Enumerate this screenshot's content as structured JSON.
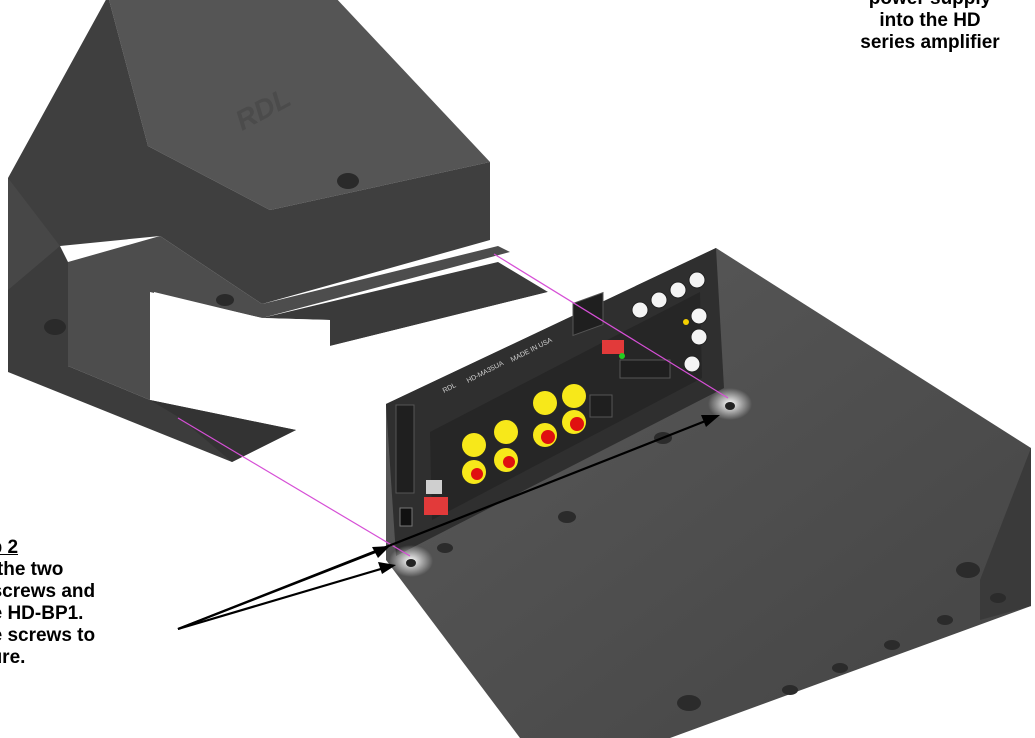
{
  "callout_right": {
    "lines": [
      "power supply",
      "into the HD",
      "series amplifier"
    ]
  },
  "callout_left": {
    "heading": "ep 2",
    "lines": [
      "n the two",
      "t screws and",
      "he HD-BP1.",
      "he screws to",
      "cure."
    ]
  },
  "bracket": {
    "logo_text": "RDL"
  },
  "amplifier": {
    "brand": "RDL",
    "model": "HD-MA35UA",
    "made_in": "MADE IN USA"
  },
  "colors": {
    "body": "#4a4a4a",
    "panel": "#2e2e2e",
    "rca_yellow": "#f7e81a",
    "rca_red": "#e01010",
    "guide_line": "#d64fd6",
    "arrow": "#000000"
  }
}
